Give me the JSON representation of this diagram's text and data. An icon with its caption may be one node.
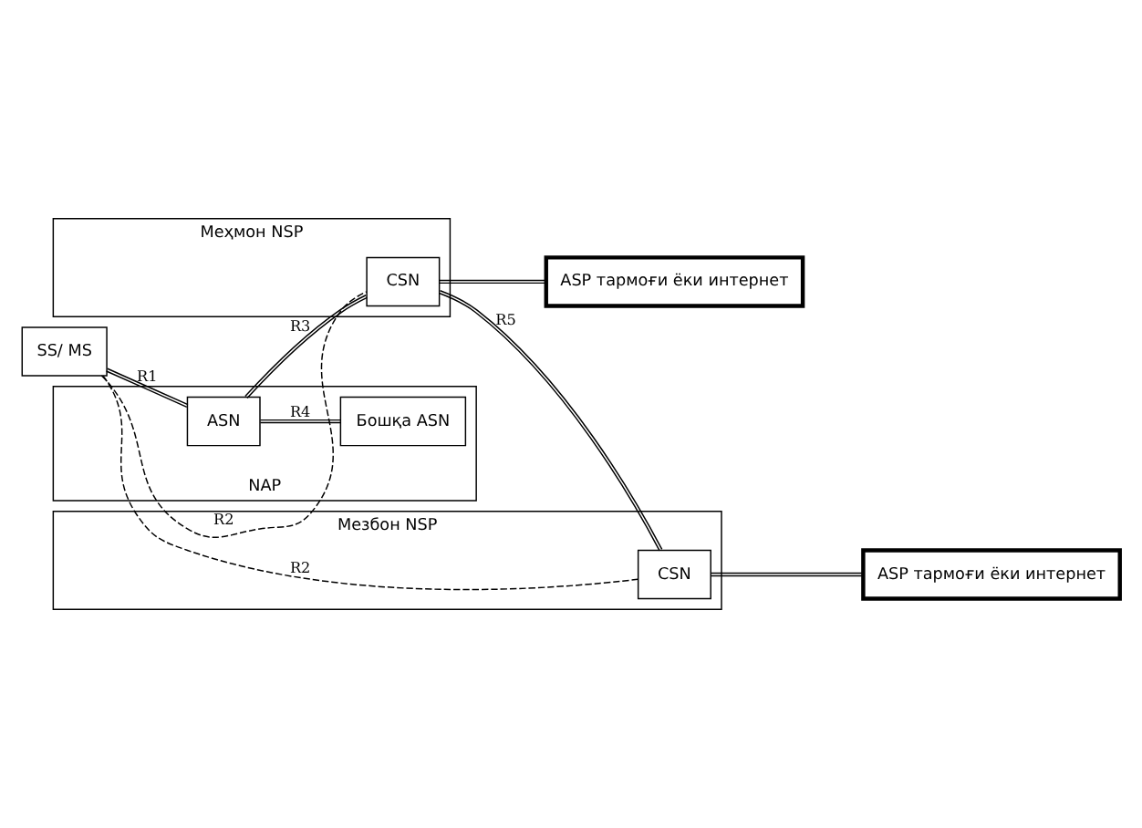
{
  "diagram": {
    "nodes": [
      {
        "text": [
          "NAP"
        ]
      },
      {
        "text": [
          "Меҳмон NSP"
        ]
      },
      {
        "text": [
          "Мезбон NSP"
        ]
      },
      {
        "text": [
          "SS/ MS"
        ]
      },
      {
        "text": [
          "ASN"
        ],
        "in": 0
      },
      {
        "text": [
          "Бошқа ASN"
        ],
        "in": 0
      },
      {
        "text": [
          "CSN"
        ],
        "in": 1
      },
      {
        "text": [
          "CSN"
        ],
        "in": 2
      },
      {
        "text": [
          "ASP тармоғи ёки интернет"
        ]
      },
      {
        "text": [
          "ASP тармоғи ёки интернет"
        ]
      }
    ],
    "edges": [
      {
        "from": 3,
        "to": 6,
        "arrow": "none",
        "label": "R2",
        "style": "dashed"
      },
      {
        "from": 3,
        "to": 7,
        "arrow": "none",
        "label": "R2",
        "style": "dashed"
      },
      {
        "from": 3,
        "to": 4,
        "arrow": "none",
        "label": "R1"
      },
      {
        "from": 4,
        "to": 6,
        "arrow": "none",
        "label": "R3"
      },
      {
        "from": 6,
        "to": 7,
        "arrow": "none",
        "label": "R5"
      },
      {
        "from": 4,
        "to": 5,
        "arrow": "none",
        "label": "R4"
      },
      {
        "from": 6,
        "to": 8,
        "arrow": "none"
      },
      {
        "from": 7,
        "to": 9,
        "arrow": "none"
      }
    ]
  }
}
